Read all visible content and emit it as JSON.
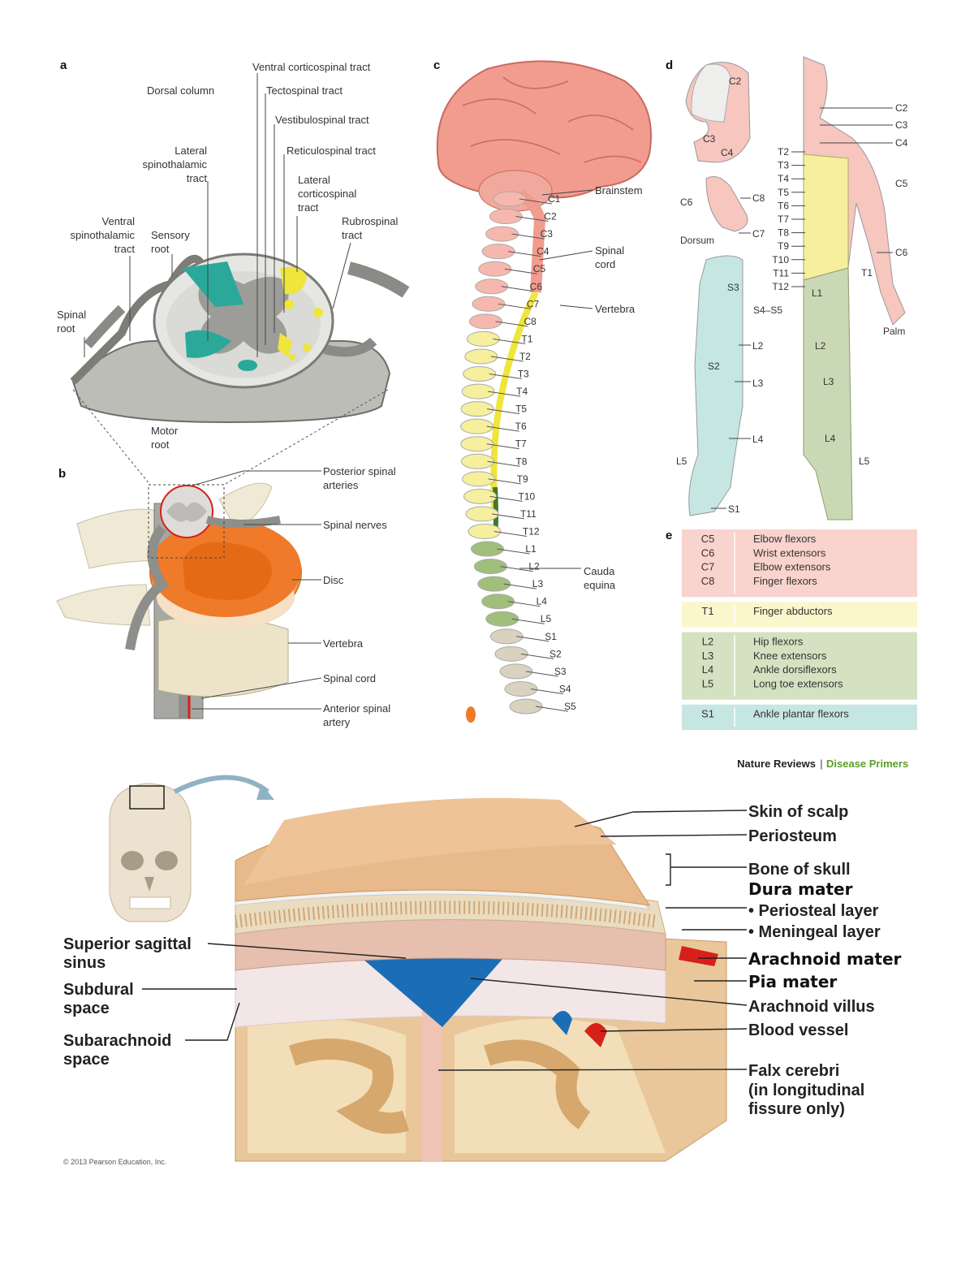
{
  "panels": {
    "a": "a",
    "b": "b",
    "c": "c",
    "d": "d",
    "e": "e"
  },
  "panel_a": {
    "labels": {
      "ventral_corticospinal": "Ventral corticospinal tract",
      "dorsal_column": "Dorsal column",
      "tectospinal": "Tectospinal tract",
      "vestibulospinal": "Vestibulospinal tract",
      "lateral_spinothalamic": [
        "Lateral",
        "spinothalamic",
        "tract"
      ],
      "reticulospinal": "Reticulospinal tract",
      "lateral_corticospinal": [
        "Lateral",
        "corticospinal",
        "tract"
      ],
      "ventral_spinothalamic": [
        "Ventral",
        "spinothalamic",
        "tract"
      ],
      "sensory_root": [
        "Sensory",
        "root"
      ],
      "rubrospinal": [
        "Rubrospinal",
        "tract"
      ],
      "spinal_root": [
        "Spinal",
        "root"
      ],
      "motor_root": [
        "Motor",
        "root"
      ]
    }
  },
  "panel_b": {
    "labels": {
      "posterior_spinal": [
        "Posterior spinal",
        "arteries"
      ],
      "spinal_nerves": "Spinal nerves",
      "disc": "Disc",
      "vertebra": "Vertebra",
      "spinal_cord": "Spinal cord",
      "anterior_spinal": [
        "Anterior spinal",
        "artery"
      ]
    }
  },
  "panel_c": {
    "labels": {
      "brainstem": "Brainstem",
      "spinal_cord": [
        "Spinal",
        "cord"
      ],
      "vertebra": "Vertebra",
      "cauda_equina": [
        "Cauda",
        "equina"
      ]
    },
    "segments": [
      "C1",
      "C2",
      "C3",
      "C4",
      "C5",
      "C6",
      "C7",
      "C8",
      "T1",
      "T2",
      "T3",
      "T4",
      "T5",
      "T6",
      "T7",
      "T8",
      "T9",
      "T10",
      "T11",
      "T12",
      "L1",
      "L2",
      "L3",
      "L4",
      "L5",
      "S1",
      "S2",
      "S3",
      "S4",
      "S5"
    ]
  },
  "panel_d": {
    "head": [
      "C2",
      "C3",
      "C4"
    ],
    "hand": {
      "c6": "C6",
      "c8": "C8",
      "c7": "C7",
      "dorsum": "Dorsum"
    },
    "leg": {
      "s3": "S3",
      "s45": "S4–S5",
      "l2": "L2",
      "s2": "S2",
      "l3": "L3",
      "l4": "L4",
      "l5": "L5",
      "s1": "S1"
    },
    "body_right": [
      "C2",
      "C3",
      "C4",
      "C5",
      "C6",
      "T1",
      "Palm"
    ],
    "body_left": [
      "T2",
      "T3",
      "T4",
      "T5",
      "T6",
      "T7",
      "T8",
      "T9",
      "T10",
      "T11",
      "T12"
    ],
    "body_inner": {
      "l1": "L1",
      "l2": "L2",
      "l3": "L3",
      "l4": "L4",
      "l5": "L5"
    }
  },
  "panel_e": {
    "rows": [
      {
        "levels": [
          "C5",
          "C6",
          "C7",
          "C8"
        ],
        "actions": [
          "Elbow flexors",
          "Wrist extensors",
          "Elbow extensors",
          "Finger flexors"
        ],
        "color": "#f9d3cd"
      },
      {
        "levels": [
          "T1"
        ],
        "actions": [
          "Finger abductors"
        ],
        "color": "#fbf7cd"
      },
      {
        "levels": [
          "L2",
          "L3",
          "L4",
          "L5"
        ],
        "actions": [
          "Hip flexors",
          "Knee extensors",
          "Ankle dorsiflexors",
          "Long toe extensors"
        ],
        "color": "#d5e2c2"
      },
      {
        "levels": [
          "S1"
        ],
        "actions": [
          "Ankle plantar flexors"
        ],
        "color": "#c6e6e2"
      }
    ]
  },
  "credit": {
    "journal": "Nature Reviews",
    "sep": "|",
    "series": "Disease Primers"
  },
  "meninges": {
    "right": [
      {
        "text": "Skin of scalp",
        "bold": false
      },
      {
        "text": "Periosteum",
        "bold": false
      },
      {
        "text": "Bone of skull",
        "bold": false
      },
      {
        "text": "Dura mater",
        "bold": true
      },
      {
        "text": "• Periosteal layer",
        "bold": false
      },
      {
        "text": "• Meningeal layer",
        "bold": false
      },
      {
        "text": "Arachnoid mater",
        "bold": true
      },
      {
        "text": "Pia mater",
        "bold": true
      },
      {
        "text": "Arachnoid villus",
        "bold": false
      },
      {
        "text": "Blood vessel",
        "bold": false
      },
      {
        "text": "Falx cerebri",
        "bold": false
      },
      {
        "text": "(in longitudinal",
        "bold": false
      },
      {
        "text": "fissure only)",
        "bold": false
      }
    ],
    "left": [
      [
        "Superior sagittal",
        "sinus"
      ],
      [
        "Subdural",
        "space"
      ],
      [
        "Subarachnoid",
        "space"
      ]
    ],
    "copyright": "© 2013 Pearson Education, Inc."
  },
  "colors": {
    "teal": "#2aa99a",
    "yellow": "#f0e53a",
    "grey": "#a6a6a2",
    "brain": "#f29b8f",
    "cervical": "#f6b8ae",
    "thoracic": "#f5ef9e",
    "lumbar": "#9fbf7b",
    "sacral": "#d8d2bf",
    "disc": "#ef7a2a",
    "skin": "#e8b98a",
    "dura": "#e7bfae",
    "sinus": "#1b6eb5",
    "artery": "#d8201a",
    "journal_green": "#5aa028"
  }
}
